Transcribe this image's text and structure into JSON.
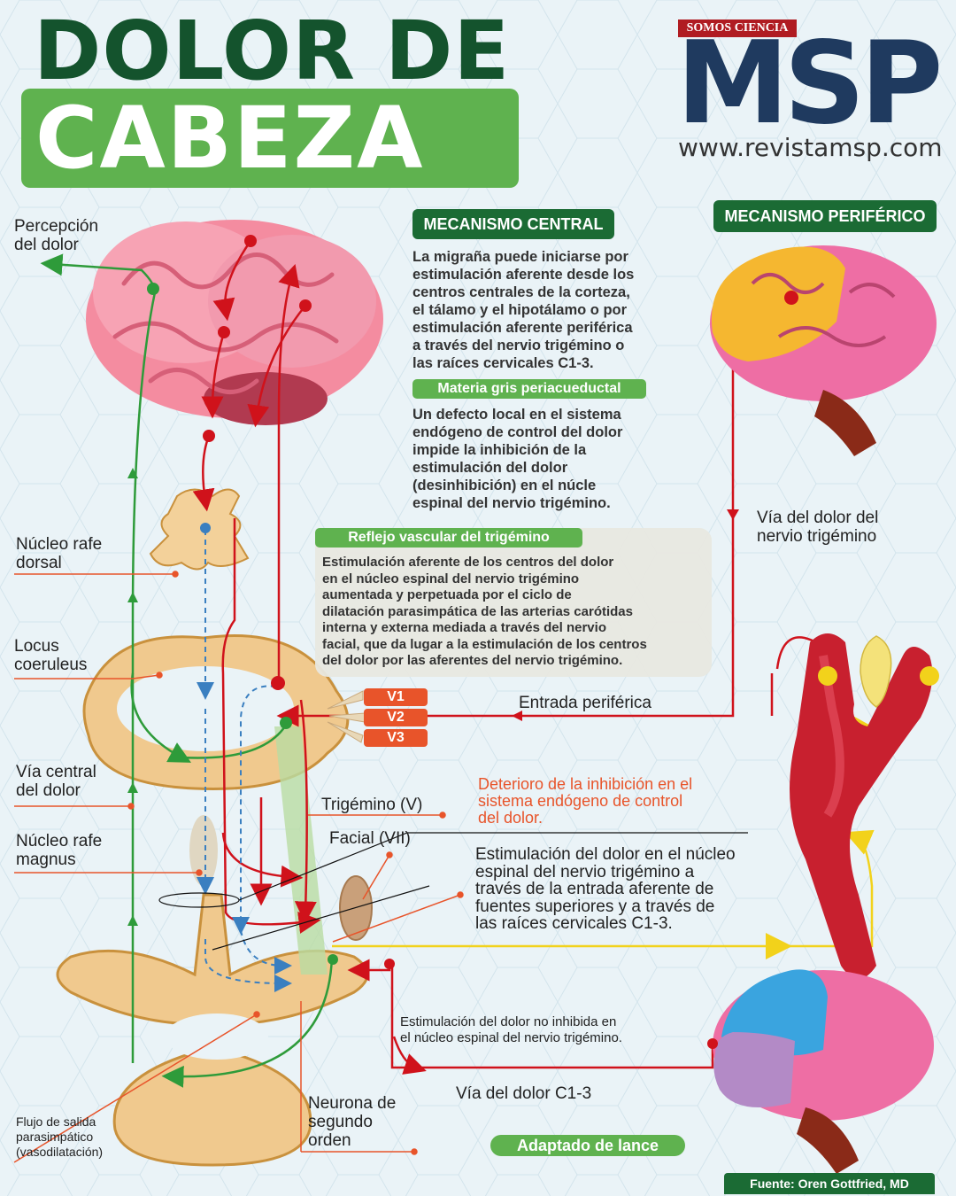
{
  "title": {
    "line1": "DOLOR DE",
    "line2": "CABEZA"
  },
  "brand": {
    "tagline": "SOMOS CIENCIA",
    "logo": "MSP",
    "url": "www.revistamsp.com"
  },
  "central": {
    "header": "MECANISMO CENTRAL",
    "text": "La migraña puede iniciarse por\nestimulación aferente desde los\ncentros centrales de la corteza,\nel tálamo y el hipotálamo o por\nestimulación aferente periférica\na través del nervio trigémino o\nlas raíces cervicales C1-3."
  },
  "pag": {
    "header": "Materia gris periacueductal",
    "text": "Un defecto local en el sistema\nendógeno de control del dolor\nimpide la inhibición de la\nestimulación del dolor\n(desinhibición) en el núcle\nespinal del nervio trigémino."
  },
  "reflex": {
    "header": "Reflejo vascular del trigémino",
    "text": "Estimulación aferente de los centros del dolor\nen el núcleo espinal del nervio trigémino\naumentada y perpetuada por el ciclo de\ndilatación parasimpática de las arterias carótidas\ninterna y externa mediada a través del nervio\nfacial, que da lugar a la estimulación de los centros\ndel dolor por las aferentes del nervio trigémino."
  },
  "peripheral": {
    "header": "MECANISMO PERIFÉRICO"
  },
  "labels": {
    "percepcion": "Percepción\ndel dolor",
    "rafe_dorsal": "Núcleo rafe\ndorsal",
    "locus": "Locus\ncoeruleus",
    "via_central": "Vía central\ndel dolor",
    "rafe_magnus": "Núcleo rafe\nmagnus",
    "flujo": "Flujo de salida\nparasimpático\n(vasodilatación)",
    "neurona": "Neurona de\nsegundo\norden",
    "trigemino": "Trigémino (V)",
    "facial": "Facial (VII)",
    "via_trigemino": "Vía del dolor del\nnervio trigémino",
    "entrada": "Entrada periférica",
    "deterioro": "Deterioro de la inhibición en el\nsistema endógeno de control\ndel dolor.",
    "estimulacion": "Estimulación del dolor en el núcleo\nespinal del nervio trigémino a\ntravés de la entrada aferente de\nfuentes superiores y a través de\nlas raíces cervicales C1-3.",
    "no_inhibida": "Estimulación del dolor no inhibida en\nel núcleo espinal del nervio trigémino.",
    "via_c13": "Vía del dolor C1-3"
  },
  "nerve_branches": [
    "V1",
    "V2",
    "V3"
  ],
  "footer": {
    "adaptado": "Adaptado de lance",
    "fuente": "Fuente: Oren Gottfried, MD"
  },
  "colors": {
    "dark_green": "#1b6b34",
    "green": "#5fb24f",
    "orange": "#e8542a",
    "red": "#d0121b",
    "navy": "#1f3a5f"
  }
}
